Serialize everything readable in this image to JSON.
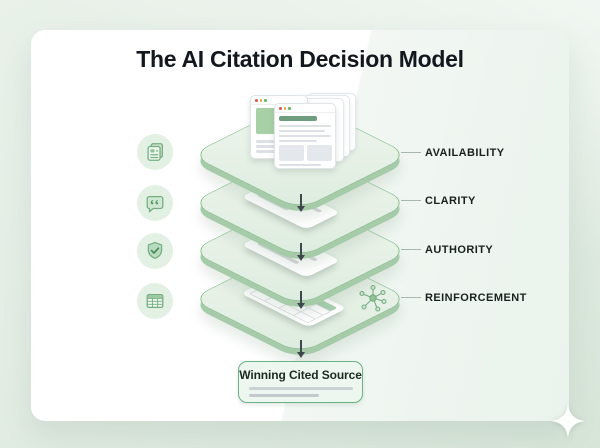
{
  "title": "The AI Citation Decision Model",
  "layers": [
    {
      "label": "AVAILABILITY",
      "icon": "documents-icon"
    },
    {
      "label": "CLARITY",
      "icon": "quote-bubble-icon"
    },
    {
      "label": "AUTHORITY",
      "icon": "shield-check-icon"
    },
    {
      "label": "REINFORCEMENT",
      "icon": "table-grid-icon"
    }
  ],
  "result": {
    "label": "Winning Cited Source"
  },
  "decorations": {
    "browser_stack": "stacked-webpages-illustration",
    "network_icon": "network-hub-icon",
    "sparkle_icon": "sparkle-icon"
  },
  "colors": {
    "accent_green": "#8fbf96",
    "layer_fill": "#e7f1e7",
    "extrusion_green": "#a6cba9",
    "icon_green": "#76ad81",
    "arrow_dark": "#40474e",
    "background_green": "#e3ede4",
    "result_border": "#69b285",
    "title_text": "#12181d"
  }
}
